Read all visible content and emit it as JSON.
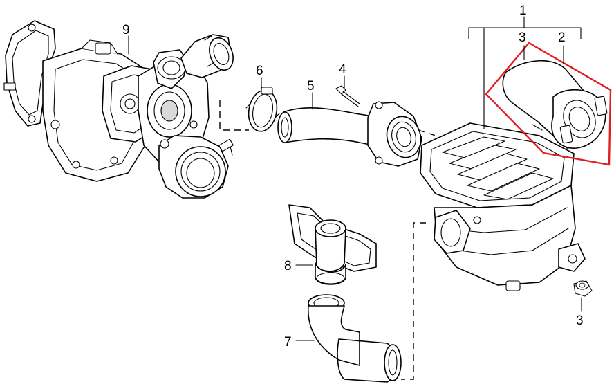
{
  "callouts": {
    "c1": "1",
    "c2": "2",
    "c3_upper": "3",
    "c3_lower": "3",
    "c4": "4",
    "c5": "5",
    "c6": "6",
    "c7": "7",
    "c8": "8",
    "c9": "9"
  },
  "highlight_color": "#e02020"
}
